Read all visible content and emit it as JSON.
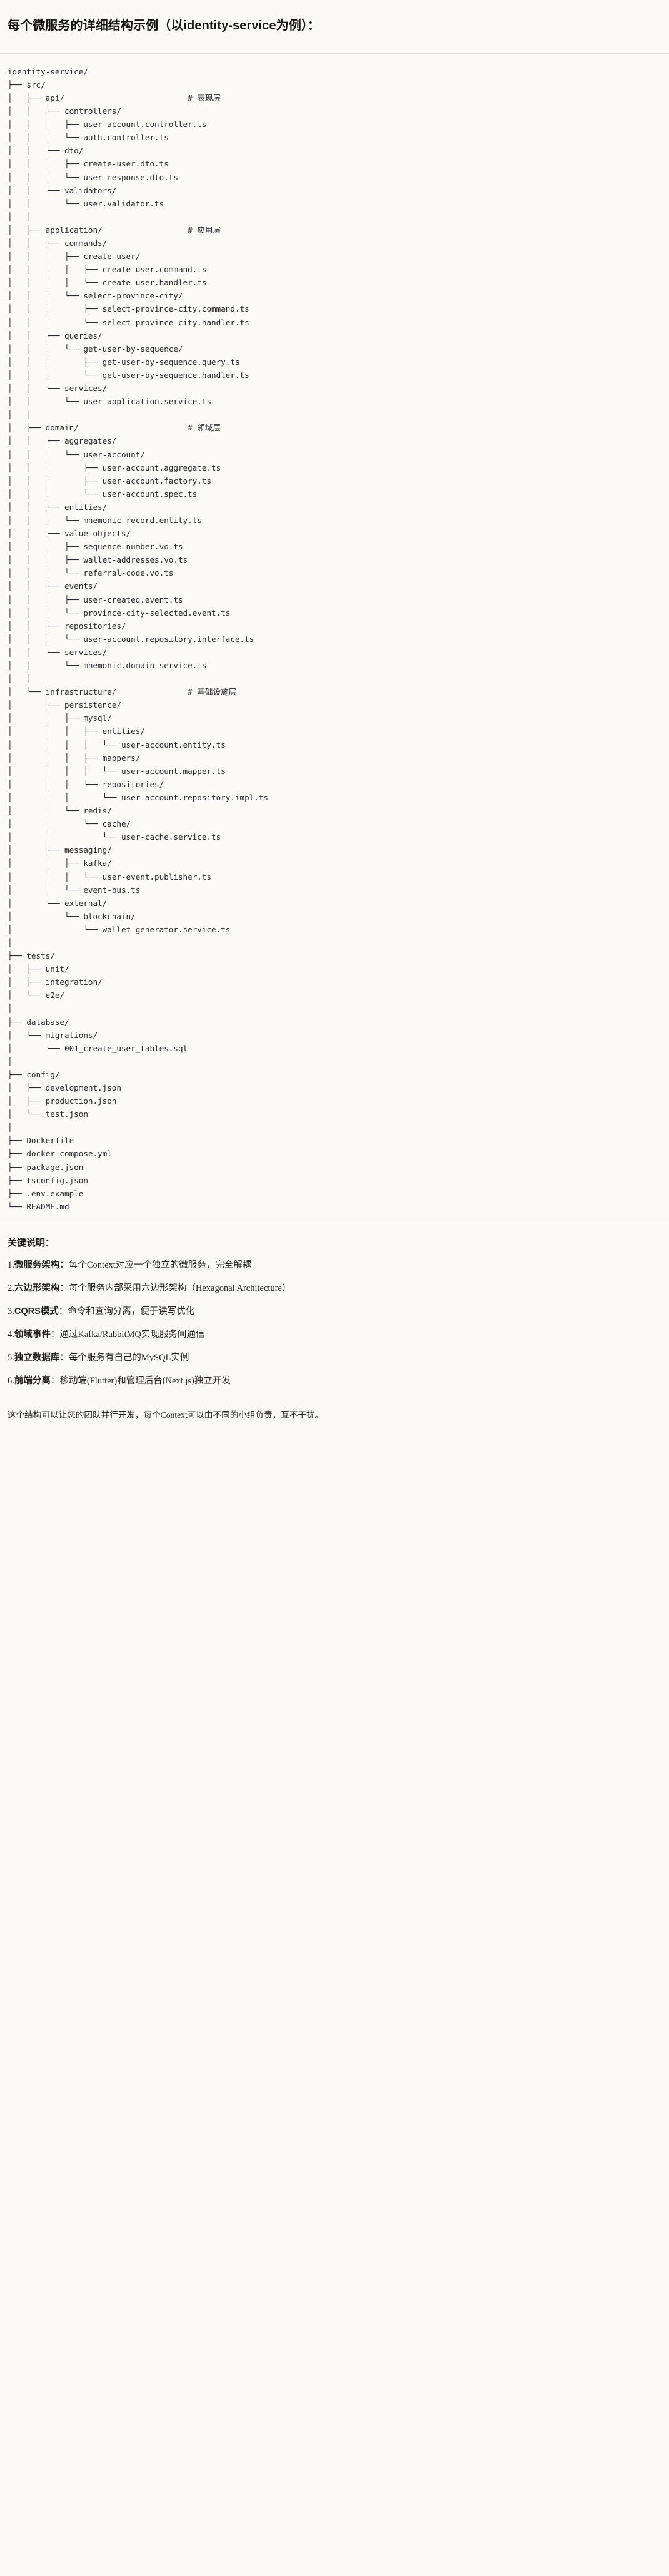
{
  "heading": "每个微服务的详细结构示例（以identity-service为例）：",
  "tree": {
    "lines": [
      "identity-service/",
      "├── src/",
      "│   ├── api/                          # 表现层",
      "│   │   ├── controllers/",
      "│   │   │   ├── user-account.controller.ts",
      "│   │   │   └── auth.controller.ts",
      "│   │   ├── dto/",
      "│   │   │   ├── create-user.dto.ts",
      "│   │   │   └── user-response.dto.ts",
      "│   │   └── validators/",
      "│   │       └── user.validator.ts",
      "│   │",
      "│   ├── application/                  # 应用层",
      "│   │   ├── commands/",
      "│   │   │   ├── create-user/",
      "│   │   │   │   ├── create-user.command.ts",
      "│   │   │   │   └── create-user.handler.ts",
      "│   │   │   └── select-province-city/",
      "│   │   │       ├── select-province-city.command.ts",
      "│   │   │       └── select-province-city.handler.ts",
      "│   │   ├── queries/",
      "│   │   │   └── get-user-by-sequence/",
      "│   │   │       ├── get-user-by-sequence.query.ts",
      "│   │   │       └── get-user-by-sequence.handler.ts",
      "│   │   └── services/",
      "│   │       └── user-application.service.ts",
      "│   │",
      "│   ├── domain/                       # 领域层",
      "│   │   ├── aggregates/",
      "│   │   │   └── user-account/",
      "│   │   │       ├── user-account.aggregate.ts",
      "│   │   │       ├── user-account.factory.ts",
      "│   │   │       └── user-account.spec.ts",
      "│   │   ├── entities/",
      "│   │   │   └── mnemonic-record.entity.ts",
      "│   │   ├── value-objects/",
      "│   │   │   ├── sequence-number.vo.ts",
      "│   │   │   ├── wallet-addresses.vo.ts",
      "│   │   │   └── referral-code.vo.ts",
      "│   │   ├── events/",
      "│   │   │   ├── user-created.event.ts",
      "│   │   │   └── province-city-selected.event.ts",
      "│   │   ├── repositories/",
      "│   │   │   └── user-account.repository.interface.ts",
      "│   │   └── services/",
      "│   │       └── mnemonic.domain-service.ts",
      "│   │",
      "│   └── infrastructure/               # 基础设施层",
      "│       ├── persistence/",
      "│       │   ├── mysql/",
      "│       │   │   ├── entities/",
      "│       │   │   │   └── user-account.entity.ts",
      "│       │   │   ├── mappers/",
      "│       │   │   │   └── user-account.mapper.ts",
      "│       │   │   └── repositories/",
      "│       │   │       └── user-account.repository.impl.ts",
      "│       │   └── redis/",
      "│       │       └── cache/",
      "│       │           └── user-cache.service.ts",
      "│       ├── messaging/",
      "│       │   ├── kafka/",
      "│       │   │   └── user-event.publisher.ts",
      "│       │   └── event-bus.ts",
      "│       └── external/",
      "│           └── blockchain/",
      "│               └── wallet-generator.service.ts",
      "│",
      "├── tests/",
      "│   ├── unit/",
      "│   ├── integration/",
      "│   └── e2e/",
      "│",
      "├── database/",
      "│   └── migrations/",
      "│       └── 001_create_user_tables.sql",
      "│",
      "├── config/",
      "│   ├── development.json",
      "│   ├── production.json",
      "│   └── test.json",
      "│",
      "├── Dockerfile",
      "├── docker-compose.yml",
      "├── package.json",
      "├── tsconfig.json",
      "├── .env.example",
      "└── README.md"
    ]
  },
  "notes": {
    "title": "关键说明：",
    "items": [
      {
        "num": "1.",
        "term": "微服务架构",
        "sep": "：",
        "desc": "每个Context对应一个独立的微服务，完全解耦"
      },
      {
        "num": "2.",
        "term": "六边形架构",
        "sep": "：",
        "desc": "每个服务内部采用六边形架构（Hexagonal Architecture）"
      },
      {
        "num": "3.",
        "term": "CQRS模式",
        "sep": "：",
        "desc": "命令和查询分离，便于读写优化"
      },
      {
        "num": "4.",
        "term": "领域事件",
        "sep": "：",
        "desc": "通过Kafka/RabbitMQ实现服务间通信"
      },
      {
        "num": "5.",
        "term": "独立数据库",
        "sep": "：",
        "desc": "每个服务有自己的MySQL实例"
      },
      {
        "num": "6.",
        "term": "前端分离",
        "sep": "：",
        "desc": "移动端(Flutter)和管理后台(Next.js)独立开发"
      }
    ],
    "footer": "这个结构可以让您的团队并行开发，每个Context可以由不同的小组负责，互不干扰。"
  }
}
